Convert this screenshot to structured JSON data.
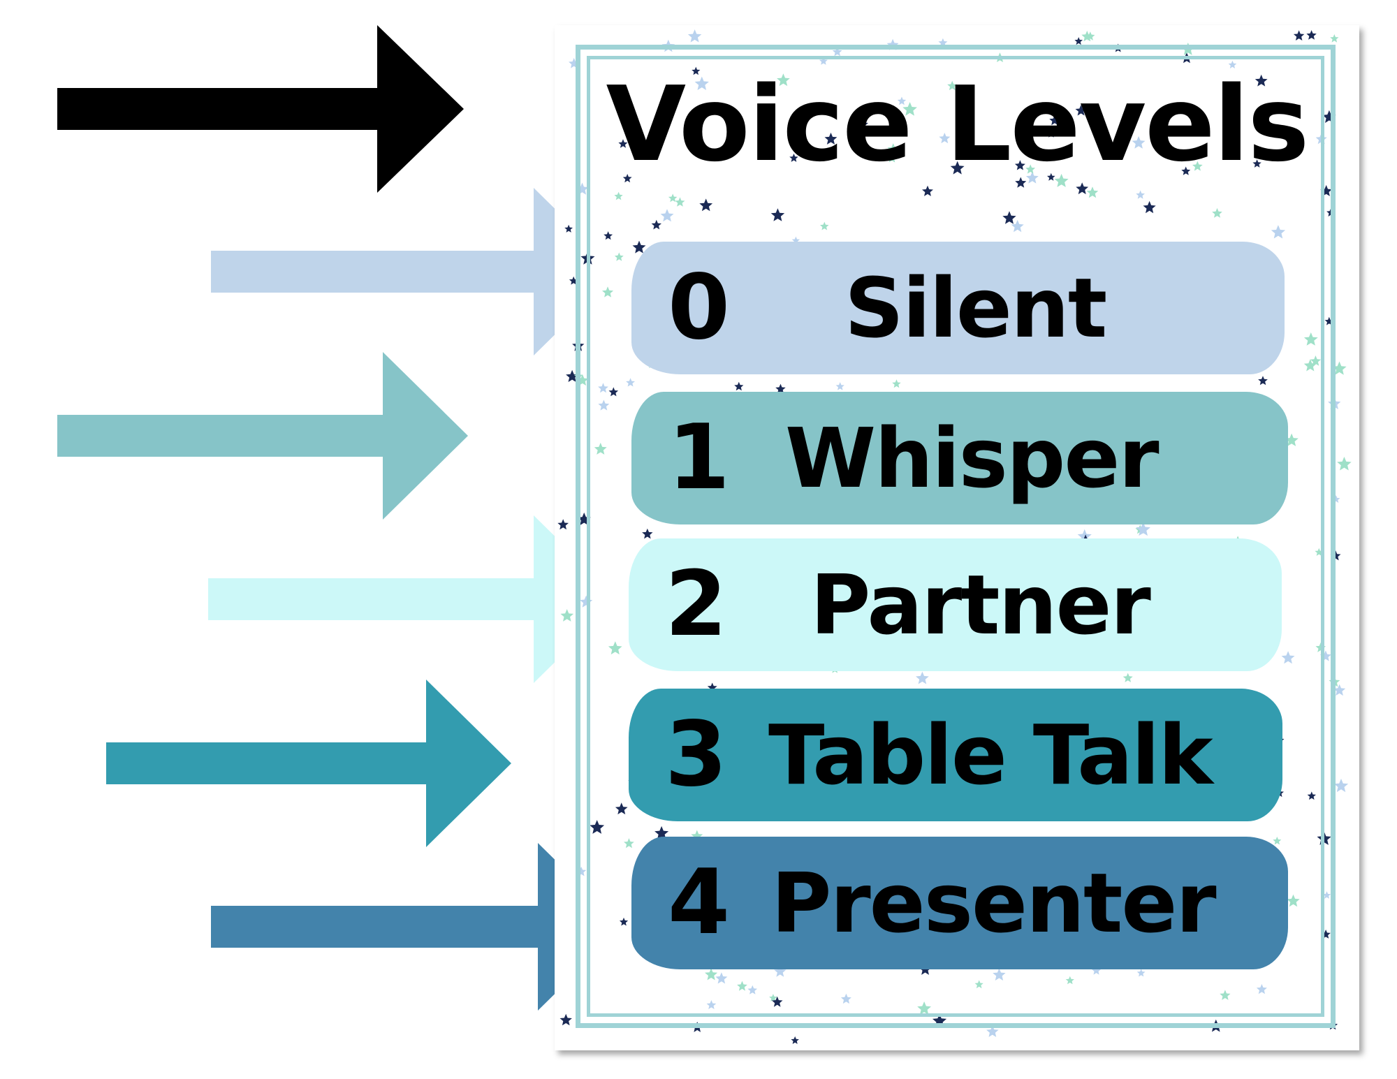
{
  "poster": {
    "title": "Voice Levels",
    "levels": [
      {
        "number": "0",
        "label": "Silent",
        "color": "#bfd4ea"
      },
      {
        "number": "1",
        "label": "Whisper",
        "color": "#86c4c8"
      },
      {
        "number": "2",
        "label": "Partner",
        "color": "#ccf8f8"
      },
      {
        "number": "3",
        "label": "Table Talk",
        "color": "#339caf"
      },
      {
        "number": "4",
        "label": "Presenter",
        "color": "#4383ab"
      }
    ]
  },
  "arrows": [
    {
      "name": "black-arrow-icon",
      "color": "#000000"
    },
    {
      "name": "light-blue-arrow-icon",
      "color": "#bfd4ea"
    },
    {
      "name": "aqua-arrow-icon",
      "color": "#86c4c8"
    },
    {
      "name": "pale-cyan-arrow-icon",
      "color": "#ccf8f8"
    },
    {
      "name": "teal-arrow-icon",
      "color": "#339caf"
    },
    {
      "name": "steel-blue-arrow-icon",
      "color": "#4383ab"
    }
  ],
  "star_colors": [
    "#1b2a55",
    "#9fe0c8",
    "#b9d2ee"
  ]
}
